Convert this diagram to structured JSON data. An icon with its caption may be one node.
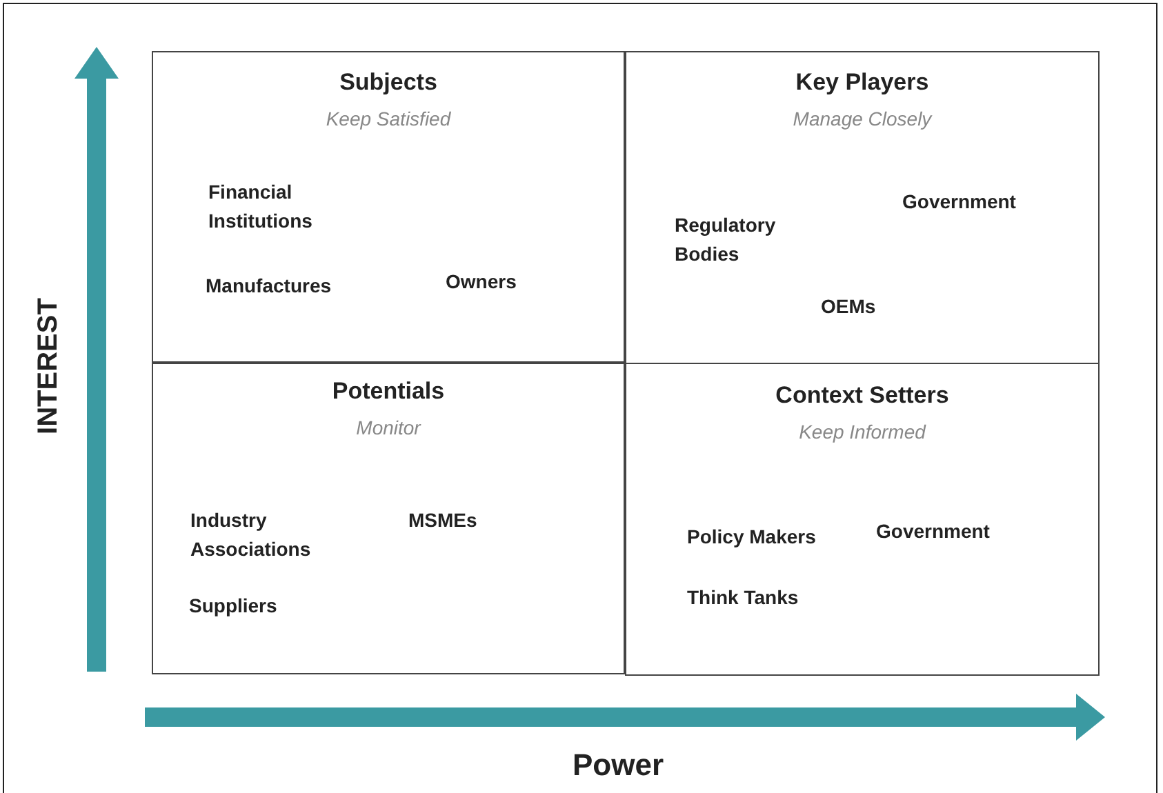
{
  "diagram": {
    "nodes": [
      {
        "text": [
          "Subjects",
          "Keep Satisfied",
          "Financial Institutions",
          "Manufactures",
          "Owners"
        ]
      },
      {
        "text": [
          "Key Players",
          "Manage Closely",
          "Regulatory Bodies",
          "Government",
          "OEMs"
        ]
      },
      {
        "text": [
          "Potentials",
          "Monitor",
          "Industry Associations",
          "MSMEs",
          "Suppliers"
        ]
      },
      {
        "text": [
          "Context Setters",
          "Keep Informed",
          "Policy Makers",
          "Government",
          "Think Tanks"
        ]
      }
    ],
    "edges": [],
    "labels": [
      "INTEREST",
      "Power"
    ]
  }
}
